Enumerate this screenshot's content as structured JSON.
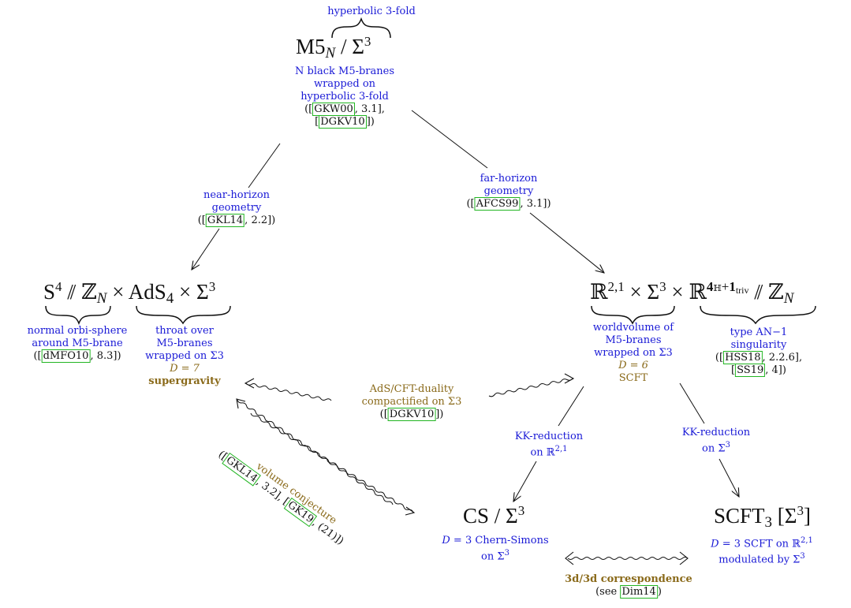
{
  "top": {
    "above_label": "hyperbolic 3-fold",
    "formula": "M5N / Σ3",
    "line1": "N black M5-branes",
    "line2": "wrapped on",
    "line3": "hyperbolic 3-fold",
    "ref1": "GKW00",
    "ref1_tail": "3.1],",
    "ref2": "DGKV10"
  },
  "near_horizon": {
    "line1": "near-horizon",
    "line2": "geometry",
    "ref": "GKL14",
    "ref_tail": "2.2])"
  },
  "far_horizon": {
    "line1": "far-horizon",
    "line2": "geometry",
    "ref": "AFCS99",
    "ref_tail": "3.1])"
  },
  "left": {
    "formula": "S4 // ZN × AdS4 × Σ3",
    "orbi_line1": "normal orbi-sphere",
    "orbi_line2": "around M5-brane",
    "orbi_ref": "dMFO10",
    "orbi_ref_tail": "8.3])",
    "throat_line1": "throat over",
    "throat_line2": "M5-branes",
    "throat_line3": "wrapped on Σ3",
    "dim": "D = 7",
    "theory": "supergravity"
  },
  "right": {
    "formula": "R2,1 × Σ3 × R4H+1triv // ZN",
    "wv_line1": "worldvolume of",
    "wv_line2": "M5-branes",
    "wv_line3": "wrapped on Σ3",
    "dim": "D = 6",
    "theory": "SCFT",
    "sing_line1": "type AN−1",
    "sing_line2": "singularity",
    "sing_ref1": "HSS18",
    "sing_ref1_tail": "2.2.6],",
    "sing_ref2": "SS19",
    "sing_ref2_tail": "4])"
  },
  "adscft": {
    "line1": "AdS/CFT-duality",
    "line2": "compactified on Σ3",
    "ref": "DGKV10"
  },
  "volume": {
    "label": "volume conjecture",
    "ref1": "GKL14",
    "ref1_tail": "3.2],",
    "ref2": "GK19",
    "ref2_tail": "(21)])"
  },
  "kk_left": {
    "line1": "KK-reduction",
    "line2": "on R2,1"
  },
  "kk_right": {
    "line1": "KK-reduction",
    "line2": "on Σ3"
  },
  "cs": {
    "formula": "CS / Σ3",
    "line1": "D = 3 Chern-Simons",
    "line2": "on Σ3"
  },
  "scft3": {
    "formula": "SCFT3 [Σ3]",
    "line1": "D = 3 SCFT on R2,1",
    "line2": "modulated by Σ3"
  },
  "correspondence": {
    "label": "3d/3d correspondence",
    "see_prefix": "(see",
    "ref": "Dim14",
    "see_suffix": ")"
  },
  "colors": {
    "label_blue": "#1a1ad6",
    "gold": "#8a6a1a",
    "ref_green": "#22b522"
  }
}
